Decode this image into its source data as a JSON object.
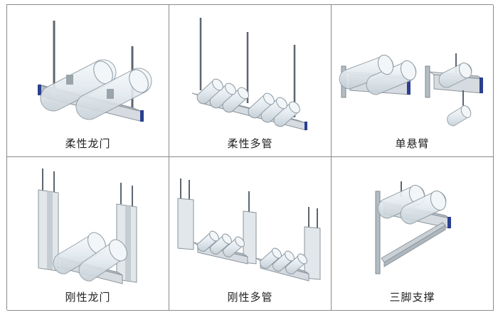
{
  "cells": [
    {
      "label": "柔性龙门"
    },
    {
      "label": "柔性多管"
    },
    {
      "label": "单悬臂"
    },
    {
      "label": "刚性龙门"
    },
    {
      "label": "刚性多管"
    },
    {
      "label": "三脚支撑"
    }
  ],
  "colors": {
    "pipe_fill": "#e9eff3",
    "pipe_stroke": "#8d9aa3",
    "rod": "#5d6670",
    "channel": "#c9d0d6",
    "end_cap": "#2a3f8f"
  }
}
